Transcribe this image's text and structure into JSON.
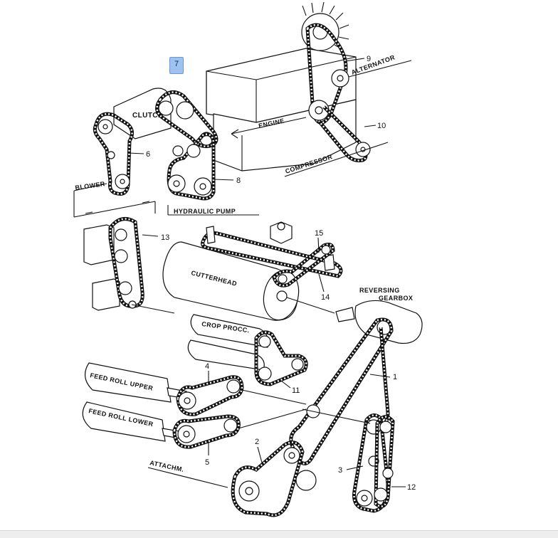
{
  "badge": {
    "label": "7"
  },
  "labels": {
    "alternator": "ALTERNATOR",
    "engine": "ENGINE",
    "compressor": "COMPRESSOR",
    "clutch": "CLUTCH",
    "blower": "BLOWER",
    "hydraulic_pump": "HYDRAULIC PUMP",
    "cutterhead": "CUTTERHEAD",
    "reversing": "REVERSING",
    "gearbox": "GEARBOX",
    "crop_processor": "CROP PROCC.",
    "feed_roll_upper": "FEED ROLL UPPER",
    "feed_roll_lower": "FEED ROLL LOWER",
    "attachment": "ATTACHM."
  },
  "callouts": {
    "n1": "1",
    "n2": "2",
    "n3": "3",
    "n4": "4",
    "n5": "5",
    "n6": "6",
    "n8": "8",
    "n9": "9",
    "n10": "10",
    "n11": "11",
    "n12": "12",
    "n13": "13",
    "n14": "14",
    "n15": "15"
  }
}
